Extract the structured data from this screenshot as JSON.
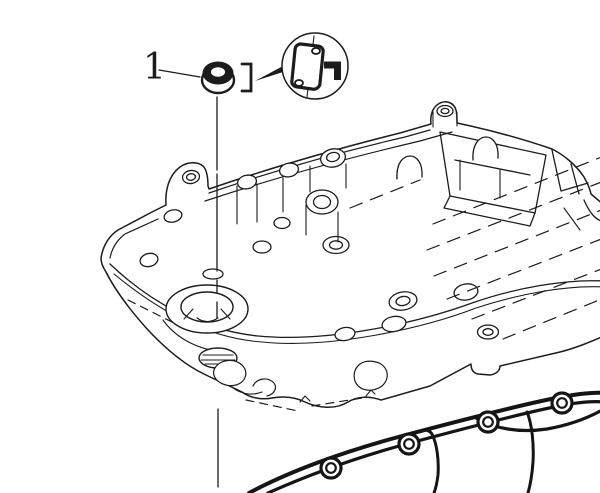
{
  "figure": {
    "type": "exploded-parts-diagram",
    "background_color": "#ffffff",
    "line_color": "#1c1c1c",
    "callout": {
      "ref_number": "1",
      "part_icon": "seal-grommet-icon",
      "group_symbol": "]",
      "detail_badge_icon": "pin-with-clip-icon"
    },
    "components": {
      "main_part": "crankcase-oil-pan-casting",
      "secondary_part": "pan-gasket"
    }
  }
}
